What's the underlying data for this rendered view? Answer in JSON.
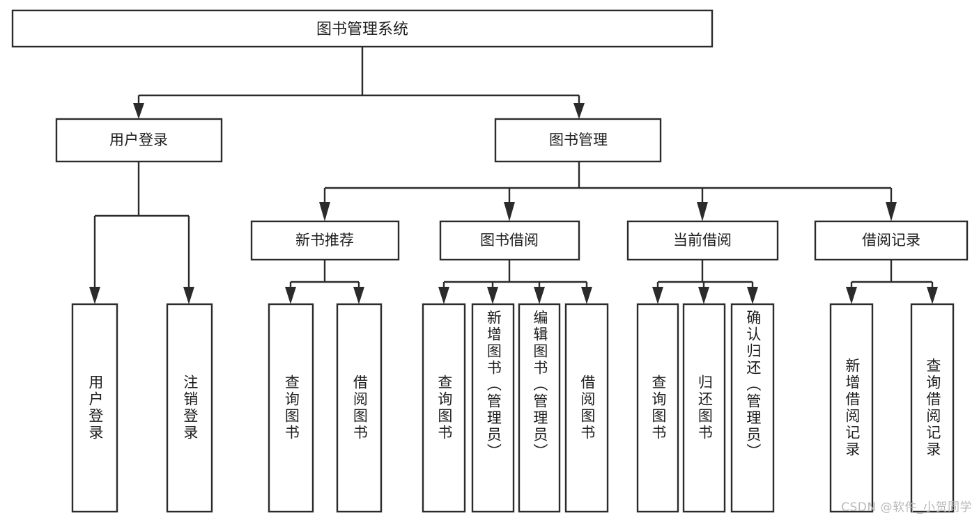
{
  "diagram": {
    "type": "tree-hierarchy",
    "title": "图书管理系统",
    "watermark": "CSDN @软件_小贺同学",
    "colors": {
      "background": "#ffffff",
      "box_stroke": "#2b2b2b",
      "box_fill": "#ffffff",
      "text": "#1d1d1d",
      "watermark": "#b9b9b9"
    },
    "levels": {
      "root": {
        "id": "root",
        "label": "图书管理系统",
        "orientation": "horizontal"
      },
      "level2": [
        {
          "id": "user-login",
          "label": "用户登录",
          "orientation": "horizontal"
        },
        {
          "id": "book-management",
          "label": "图书管理",
          "orientation": "horizontal"
        }
      ],
      "level3": [
        {
          "id": "new-book-recommend",
          "label": "新书推荐",
          "orientation": "horizontal",
          "parent": "book-management"
        },
        {
          "id": "book-borrow",
          "label": "图书借阅",
          "orientation": "horizontal",
          "parent": "book-management"
        },
        {
          "id": "current-borrow",
          "label": "当前借阅",
          "orientation": "horizontal",
          "parent": "book-management"
        },
        {
          "id": "borrow-record",
          "label": "借阅记录",
          "orientation": "horizontal",
          "parent": "book-management"
        }
      ],
      "leaves": [
        {
          "id": "leaf-user-login",
          "label": "用户登录",
          "orientation": "vertical",
          "parent": "user-login"
        },
        {
          "id": "leaf-logout-login",
          "label": "注销登录",
          "orientation": "vertical",
          "parent": "user-login"
        },
        {
          "id": "leaf-query-book-1",
          "label": "查询图书",
          "orientation": "vertical",
          "parent": "new-book-recommend"
        },
        {
          "id": "leaf-borrow-book-1",
          "label": "借阅图书",
          "orientation": "vertical",
          "parent": "new-book-recommend"
        },
        {
          "id": "leaf-query-book-2",
          "label": "查询图书",
          "orientation": "vertical",
          "parent": "book-borrow"
        },
        {
          "id": "leaf-add-book",
          "label": "新增图书（管理员）",
          "orientation": "vertical",
          "parent": "book-borrow"
        },
        {
          "id": "leaf-edit-book",
          "label": "编辑图书（管理员）",
          "orientation": "vertical",
          "parent": "book-borrow"
        },
        {
          "id": "leaf-borrow-book-2",
          "label": "借阅图书",
          "orientation": "vertical",
          "parent": "book-borrow"
        },
        {
          "id": "leaf-query-book-3",
          "label": "查询图书",
          "orientation": "vertical",
          "parent": "current-borrow"
        },
        {
          "id": "leaf-return-book",
          "label": "归还图书",
          "orientation": "vertical",
          "parent": "current-borrow"
        },
        {
          "id": "leaf-confirm-return",
          "label": "确认归还（管理员）",
          "orientation": "vertical",
          "parent": "current-borrow"
        },
        {
          "id": "leaf-add-record",
          "label": "新增借阅记录",
          "orientation": "vertical",
          "parent": "borrow-record"
        },
        {
          "id": "leaf-query-record",
          "label": "查询借阅记录",
          "orientation": "vertical",
          "parent": "borrow-record"
        }
      ]
    }
  }
}
